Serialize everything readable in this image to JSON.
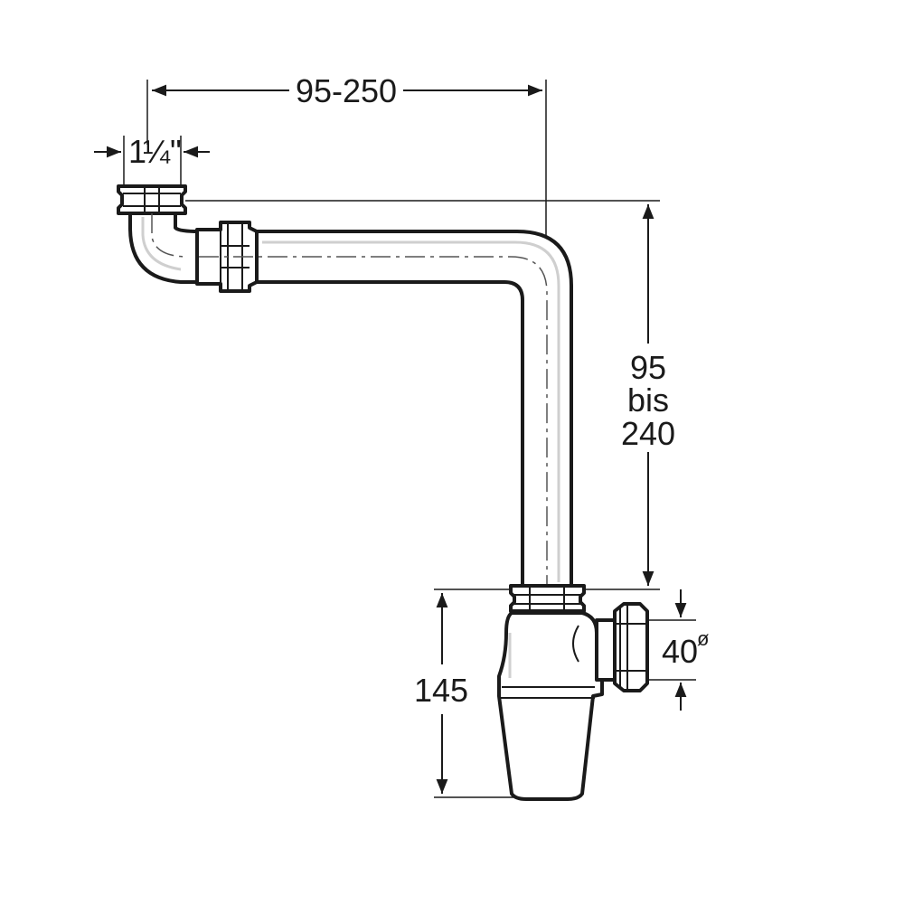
{
  "drawing": {
    "dim_horizontal": "95-250",
    "dim_inlet_whole": "1",
    "dim_inlet_fraction": "¼\"",
    "dim_vertical_top": "95",
    "dim_vertical_mid": "bis",
    "dim_vertical_bottom": "240",
    "dim_height": "145",
    "dim_outlet_value": "40",
    "dim_outlet_symbol": "ø"
  }
}
